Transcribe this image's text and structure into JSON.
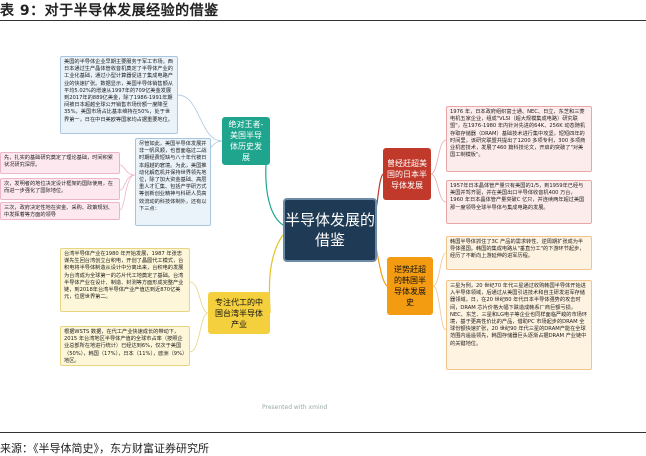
{
  "figure": {
    "title": "表 9：对于半导体发展经验的借鉴",
    "source": "来源：《半导体简史》，东方财富证券研究所",
    "watermark": "Presented with xmind"
  },
  "center": {
    "label": "半导体发展的借鉴"
  },
  "branches": {
    "us": {
      "label": "绝对王者-美国半导体历史发展"
    },
    "japan": {
      "label": "曾经赶超美国的日本半导体发展"
    },
    "korea": {
      "label": "逆势赶超的韩国半导体发展史"
    },
    "taiwan": {
      "label": "专注代工的中国台湾半导体产业"
    }
  },
  "leaves": {
    "us_1": "美国的半导体企业早期主要服务于军工市场。西日本通过生产晶体管收音机奠定了半导体产业的工业化基础，通过小型计算器促进了集成电路产业的快速扩张。数据显示，美国半导体销售额从平均5.02%的增速从1997年的709亿美金发展到2017年的889亿美金，除了1986-1991年期间被日本超越全球公开销售市场份额一度降至35%，美国市场占比基本维持在50%，处于世界第一，日在中日美欧等国家均占据重要地位。",
    "us_2": "尽管如此，美国半导体发展并非一帆风顺，也曾面临过二战时期经费短缺与八十年代被日本超越的窘境。为此，美国推动化解危机并保持世界领先地位，除了加大资金基础、高层重人才汇集、包括产学研方式等创新创业精神与科研人员高效流动的科技体制外，还有以下三点：",
    "us_side_1": "先，扎实的基础研究奠定了理论基础，时间积累状况研究深厚。",
    "us_side_2": "次，发明者的地位决定设计框架的国际使用，在而进一步强化了国际地位。",
    "us_side_3": "三次，政府决定性地在资金、采购、政策规划、中发挥着等方面的领导",
    "japan_1": "1976 年，日本政府组织富士通、NEC、日立、东芝和三菱电机五家企业，组成\"VLSI（超大规模集成电路）研究联盟\"，在1976-1980 年内针对先进的64K、256K 动态随机存取存储器（DRAM）基础技术进行集中攻坚，短短四年的时间里，该研究联盟共提出了1200 多项专利，300 多项商业机密技术，发展了460 篇科技论文，开启的突破了\"对美国工制模板\"。",
    "japan_2": "1957年日本晶体管产量只有美国的1/5，到1959年已经与美国并驾齐驱，并在美国出口半导体收音机400 万台，1960 年日本晶体管产量突破C 亿只，并连续两年超过美国那一度领导全球半导体与集成电路的发展。",
    "korea_1": "韩国半导体抓住了3C 产品的需求转性、逆周期扩张成为半导体强国。韩国的集成电路从\"垂直分工\"的下游环节起步，经历了不断向上游延伸的进军历程。",
    "korea_2": "三星为例，20 世纪70 年代三星通过收购韩国半导体开始进入半导体领域，后通过从美国引进技术和自主研发进军存储器领域，日，在20 世纪80 年代日本半导体强势的攻击时间，DRAM 芯片价格大幅下跌造成韩系厂商巨额亏损，NEC、东芝、三星和LG电子等企业也同样面临严峻的市场环境，基于更高性价比的产品，借助PC 市场起步的DRAM 全球份额快速扩张，20 世纪90 年代三星的DRAM产能在全球范围内遥遥领先，韩国存储器巨头逐渐占据DRAM 产业链中的关键地位。",
    "taiwan_1": "台湾半导体产业在1980 年开始发展，1987 年张忠谋先生回台湾创立台积电，开创了晶圆代工模式，台积电将半导体制造从设计中分离出来，台积电的发展为台湾成为全球第一的芯片代工地奠定了基础。台湾半导体产业在设计、制造、封测等方面形成完整产业链，到2018年台湾半导体产业产值达到近870亿美元，位居世界第二。",
    "taiwan_2": "根据WSTS 数据，在代工产业快速成长的带动下，2015 年台湾地区半导体产值的全球市占率（按照企业总部所在地进行统计）已经达到6%，仅次于美国（50%），韩国（17%），日本（11%），欧洲（9%）地区。"
  },
  "colors": {
    "center": "#1f3a54",
    "us": "#1fa58e",
    "japan": "#c0392b",
    "korea": "#f39c12",
    "taiwan": "#f4d03f"
  }
}
